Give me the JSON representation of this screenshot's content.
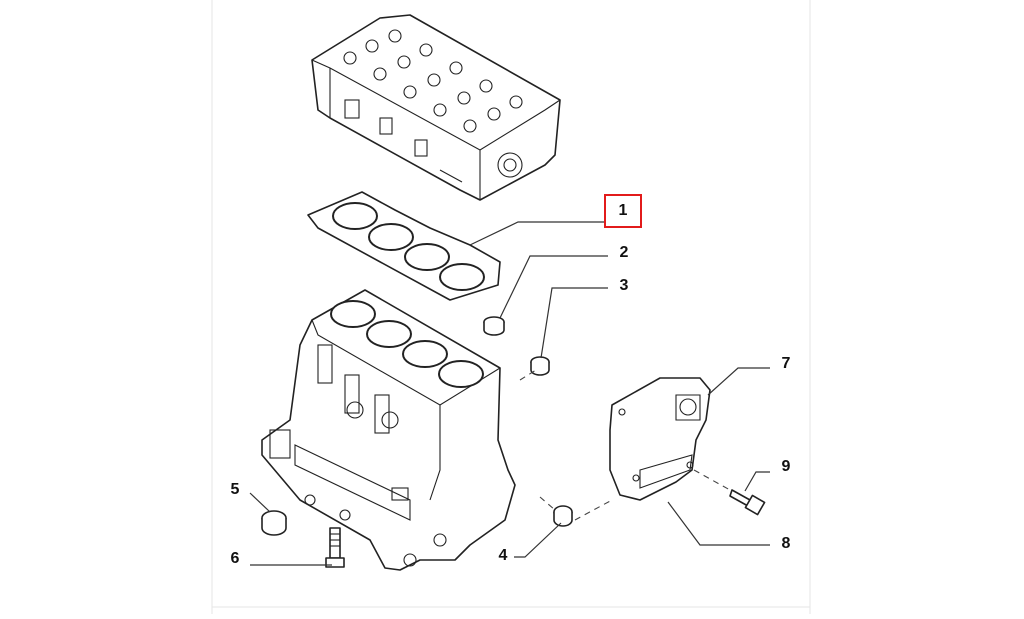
{
  "diagram": {
    "highlight_color": "#e21b1b",
    "callouts": [
      {
        "id": "1",
        "label": "1",
        "highlighted": true
      },
      {
        "id": "2",
        "label": "2",
        "highlighted": false
      },
      {
        "id": "3",
        "label": "3",
        "highlighted": false
      },
      {
        "id": "4",
        "label": "4",
        "highlighted": false
      },
      {
        "id": "5",
        "label": "5",
        "highlighted": false
      },
      {
        "id": "6",
        "label": "6",
        "highlighted": false
      },
      {
        "id": "7",
        "label": "7",
        "highlighted": false
      },
      {
        "id": "8",
        "label": "8",
        "highlighted": false
      },
      {
        "id": "9",
        "label": "9",
        "highlighted": false
      }
    ]
  }
}
